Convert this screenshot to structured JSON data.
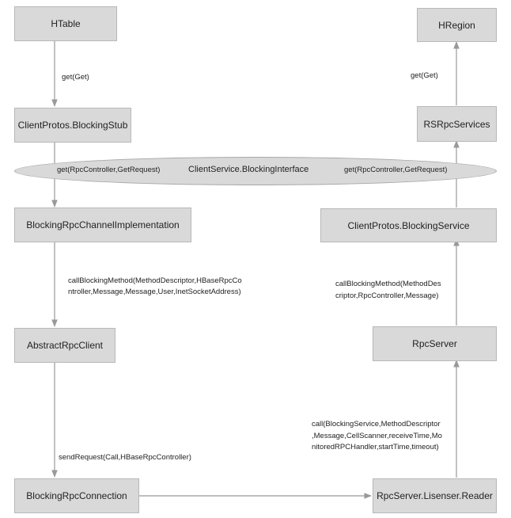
{
  "nodes": {
    "htable": "HTable",
    "stub": "ClientProtos.BlockingStub",
    "channel": "BlockingRpcChannelImplementation",
    "abstract_client": "AbstractRpcClient",
    "connection": "BlockingRpcConnection",
    "hregion": "HRegion",
    "rsrpc": "RSRpcServices",
    "service": "ClientProtos.BlockingService",
    "rpcserver": "RpcServer",
    "reader": "RpcServer.Lisenser.Reader"
  },
  "interface": {
    "name": "ClientService.BlockingInterface",
    "left_method": "get(RpcController,GetRequest)",
    "right_method": "get(RpcController,GetRequest)"
  },
  "edge_labels": {
    "htable_to_stub": "get(Get)",
    "channel_to_abstract": [
      "callBlockingMethod(MethodDescriptor,HBaseRpcCo",
      "ntroller,Message,Message,User,InetSocketAddress)"
    ],
    "abstract_to_connection": "sendRequest(Call,HBaseRpcController)",
    "reader_to_rpcserver": [
      "call(BlockingService,MethodDescriptor",
      ",Message,CellScanner,receiveTime,Mo",
      "nitoredRPCHandler,startTime,timeout)"
    ],
    "rpcserver_to_service": [
      "callBlockingMethod(MethodDes",
      "criptor,RpcController,Message)"
    ],
    "rsrpc_to_hregion": "get(Get)"
  },
  "colors": {
    "box_fill": "#d9d9d9",
    "box_border": "#b8b8b8",
    "arrow": "#999999"
  }
}
